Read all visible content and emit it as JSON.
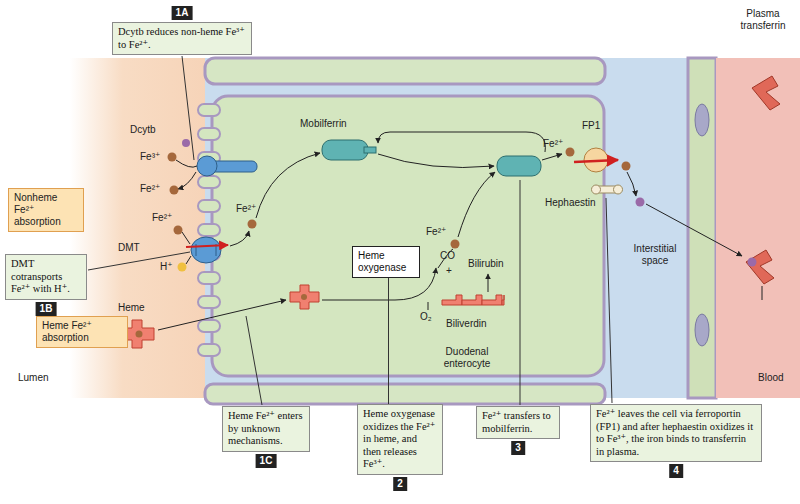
{
  "diagram": {
    "nodes": [
      {
        "text": [
          "1A",
          "Dcytb reduces non-heme Fe³⁺ to Fe²⁺."
        ]
      },
      {
        "text": [
          "Nonheme Fe²⁺ absorption"
        ]
      },
      {
        "text": [
          "1B",
          "DMT cotransports Fe²⁺ with H⁺."
        ]
      },
      {
        "text": [
          "Heme oxygenase"
        ]
      },
      {
        "text": [
          "Heme Fe²⁺ absorption"
        ]
      },
      {
        "text": [
          "1C",
          "Heme Fe²⁺ enters by unknown mechanisms."
        ]
      },
      {
        "text": [
          "2",
          "Heme oxygenase oxidizes the Fe²⁺ in heme, and then releases Fe³⁺."
        ]
      },
      {
        "text": [
          "3",
          "Fe²⁺ transfers to mobilferrin."
        ]
      },
      {
        "text": [
          "4",
          "Fe²⁺ leaves the cell via ferroportin (FP1) and after hephaestin oxidizes it to Fe³⁺, the iron binds to transferrin in plasma."
        ]
      }
    ],
    "edges": [
      {
        "from": 6,
        "to": 3,
        "arrow": "none"
      }
    ],
    "labels": [
      "Dcytb",
      "Fe³⁺",
      "Fe²⁺",
      "Fe²⁺",
      "DMT",
      "H⁺",
      "Heme",
      "Lumen",
      "Mobilferrin",
      "Fe²⁺",
      "Fe²⁺",
      "CO",
      "+",
      "O₂",
      "Bilirubin",
      "Biliverdin",
      "Fe²⁺",
      "FP1",
      "Hephaestin",
      "Interstitial space",
      "Duodenal enterocyte",
      "Plasma transferrin",
      "Blood"
    ]
  }
}
